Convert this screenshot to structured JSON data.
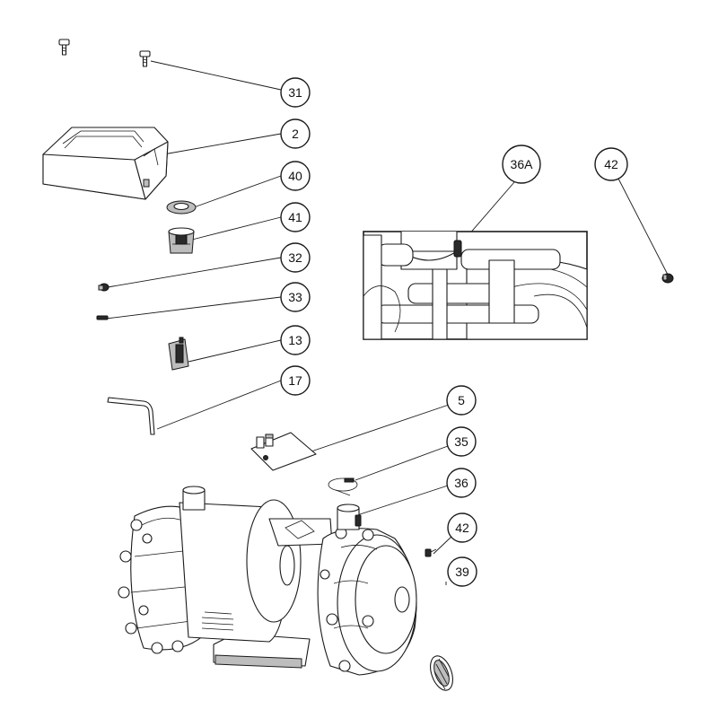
{
  "callouts": [
    {
      "id": "c31",
      "label": "31"
    },
    {
      "id": "c2",
      "label": "2"
    },
    {
      "id": "c40",
      "label": "40"
    },
    {
      "id": "c41",
      "label": "41"
    },
    {
      "id": "c32",
      "label": "32"
    },
    {
      "id": "c33",
      "label": "33"
    },
    {
      "id": "c13",
      "label": "13"
    },
    {
      "id": "c17",
      "label": "17"
    },
    {
      "id": "c5",
      "label": "5"
    },
    {
      "id": "c35",
      "label": "35"
    },
    {
      "id": "c36",
      "label": "36"
    },
    {
      "id": "c42b",
      "label": "42"
    },
    {
      "id": "c39",
      "label": "39"
    },
    {
      "id": "c36A",
      "label": "36A"
    },
    {
      "id": "c42a",
      "label": "42"
    }
  ]
}
